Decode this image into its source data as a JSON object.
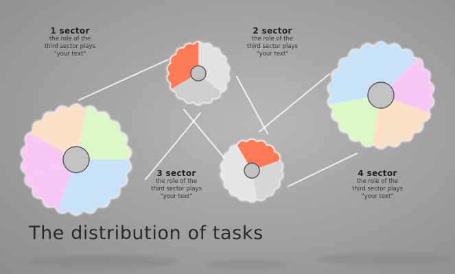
{
  "title": "The distribution of tasks",
  "labels": [
    {
      "head": "1 sector",
      "lines": [
        "the role of the",
        "third sector plays",
        "\"your text\""
      ]
    },
    {
      "head": "2 sector",
      "lines": [
        "the role of the",
        "third sector plays",
        "\"your text\""
      ]
    },
    {
      "head": "3 sector",
      "lines": [
        "the role of the",
        "third sector plays",
        "\"your text\""
      ]
    },
    {
      "head": "4 sector",
      "lines": [
        "the role of the",
        "third sector plays",
        "\"your text\""
      ]
    }
  ],
  "colors": {
    "highlight": "#ff7a55",
    "wheel_grey": "#d8d8d8",
    "wheel_grey_dark": "#b0b0b0",
    "pastel_pink": "#f8c8f4",
    "pastel_peach": "#fde0c8",
    "pastel_green": "#dcf8c8",
    "pastel_blue": "#c8e2fa",
    "hub": "#c2c2c2",
    "text": "#222222"
  },
  "icons": [
    "gear-wheel-large-left",
    "gear-wheel-small-top",
    "gear-wheel-small-bottom",
    "gear-wheel-large-right"
  ]
}
